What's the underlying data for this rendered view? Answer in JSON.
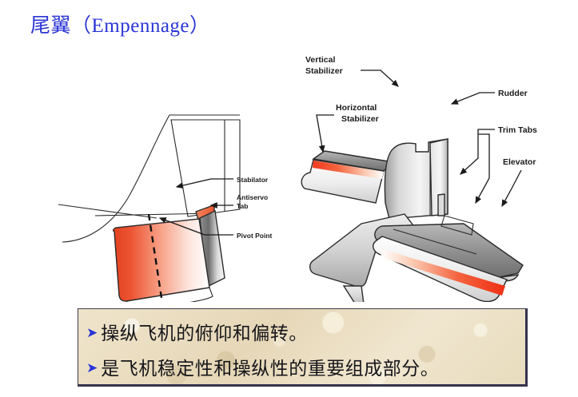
{
  "slide": {
    "title": "尾翼（Empennage）",
    "title_color": "#2b35d6",
    "background": "#ffffff"
  },
  "figure": {
    "left_diagram": {
      "name": "stabilator-tail-diagram",
      "labels": [
        {
          "id": "stabilator",
          "text": "Stabilator"
        },
        {
          "id": "antiservo-l1",
          "text": "Antiservo"
        },
        {
          "id": "antiservo-l2",
          "text": "Tab"
        },
        {
          "id": "pivot-point",
          "text": "Pivot Point"
        }
      ],
      "colors": {
        "surface_red": "#ea4a2e",
        "surface_fade": "#ffffff",
        "metal_light": "#f2f2f2",
        "metal_dark": "#6e6e6e",
        "outline": "#2b2b2b"
      }
    },
    "right_diagram": {
      "name": "empennage-assembly-diagram",
      "labels": [
        {
          "id": "vertical-stabilizer-l1",
          "text": "Vertical"
        },
        {
          "id": "vertical-stabilizer-l2",
          "text": "Stabilizer"
        },
        {
          "id": "horizontal-stabilizer-l1",
          "text": "Horizontal"
        },
        {
          "id": "horizontal-stabilizer-l2",
          "text": "Stabilizer"
        },
        {
          "id": "rudder",
          "text": "Rudder"
        },
        {
          "id": "trim-tabs",
          "text": "Trim Tabs"
        },
        {
          "id": "elevator",
          "text": "Elevator"
        }
      ],
      "colors": {
        "surface_red": "#ef3b24",
        "metal_light": "#fbfbfb",
        "metal_mid": "#c9c9c9",
        "metal_dark": "#8a8a8a",
        "outline": "#2b2b2b"
      }
    }
  },
  "callout": {
    "bullet_marker": "➤",
    "bullet_color": "#2b35d6",
    "background": "#ebdfc3",
    "border_color": "#33334d",
    "lines": [
      {
        "text": "操纵飞机的俯仰和偏转。"
      },
      {
        "text": "是飞机稳定性和操纵性的重要组成部分。"
      }
    ]
  }
}
